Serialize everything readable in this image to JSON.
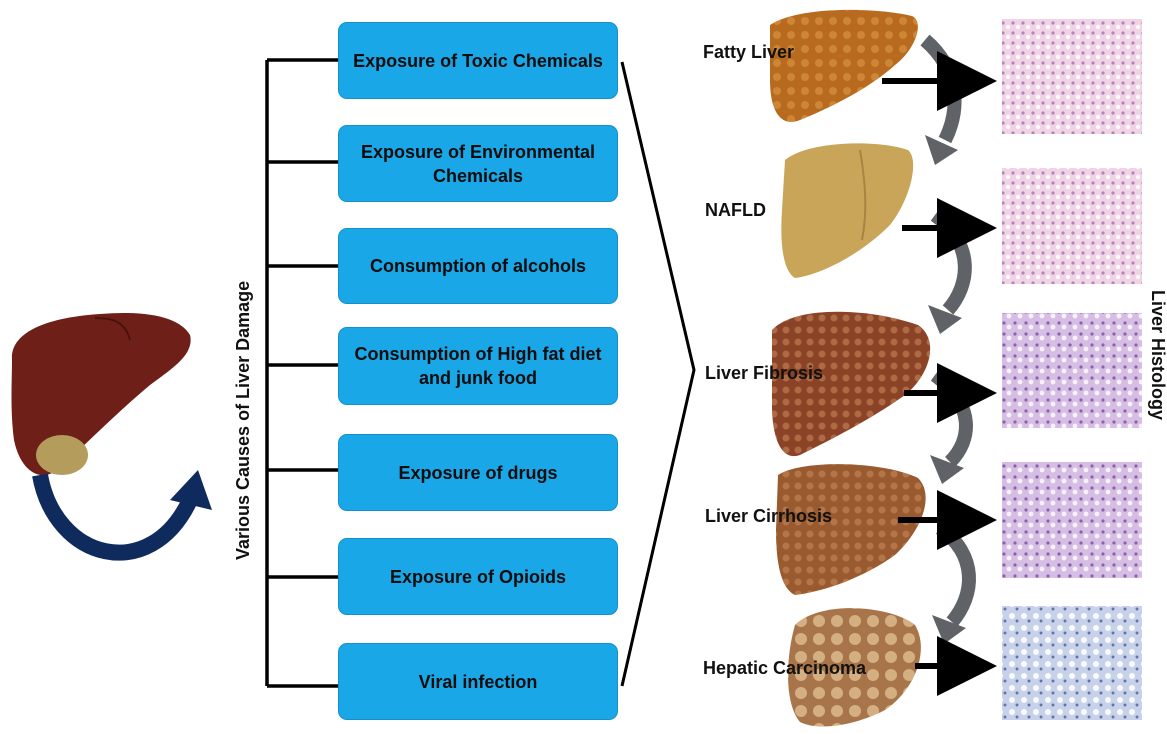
{
  "left_title": "Various Causes of Liver Damage",
  "right_title": "Liver Histology",
  "causes": [
    {
      "label": "Exposure of Toxic Chemicals"
    },
    {
      "label": "Exposure of Environmental Chemicals"
    },
    {
      "label": "Consumption of alcohols"
    },
    {
      "label": "Consumption of High fat diet and junk food"
    },
    {
      "label": "Exposure of drugs"
    },
    {
      "label": "Exposure of Opioids"
    },
    {
      "label": "Viral infection"
    }
  ],
  "stages": [
    {
      "label": "Fatty Liver"
    },
    {
      "label": "NAFLD"
    },
    {
      "label": "Liver Fibrosis"
    },
    {
      "label": "Liver Cirrhosis"
    },
    {
      "label": "Hepatic Carcinoma"
    }
  ],
  "colors": {
    "box_fill": "#1aa7e8",
    "cycle_arrow": "#0f2a5c",
    "progression_arrow": "#5f6368",
    "healthy_liver": "#6e1f17",
    "fatty_liver": "#b86a1e",
    "nafld_liver": "#c9a55a",
    "fibrosis_liver": "#8a4326",
    "cirrhosis_liver": "#9a5a30",
    "carcinoma_liver": "#a8754a",
    "histology_pink": "#e7b8d6",
    "histology_purple": "#b89ad0",
    "histology_blue": "#9fb3d6"
  }
}
